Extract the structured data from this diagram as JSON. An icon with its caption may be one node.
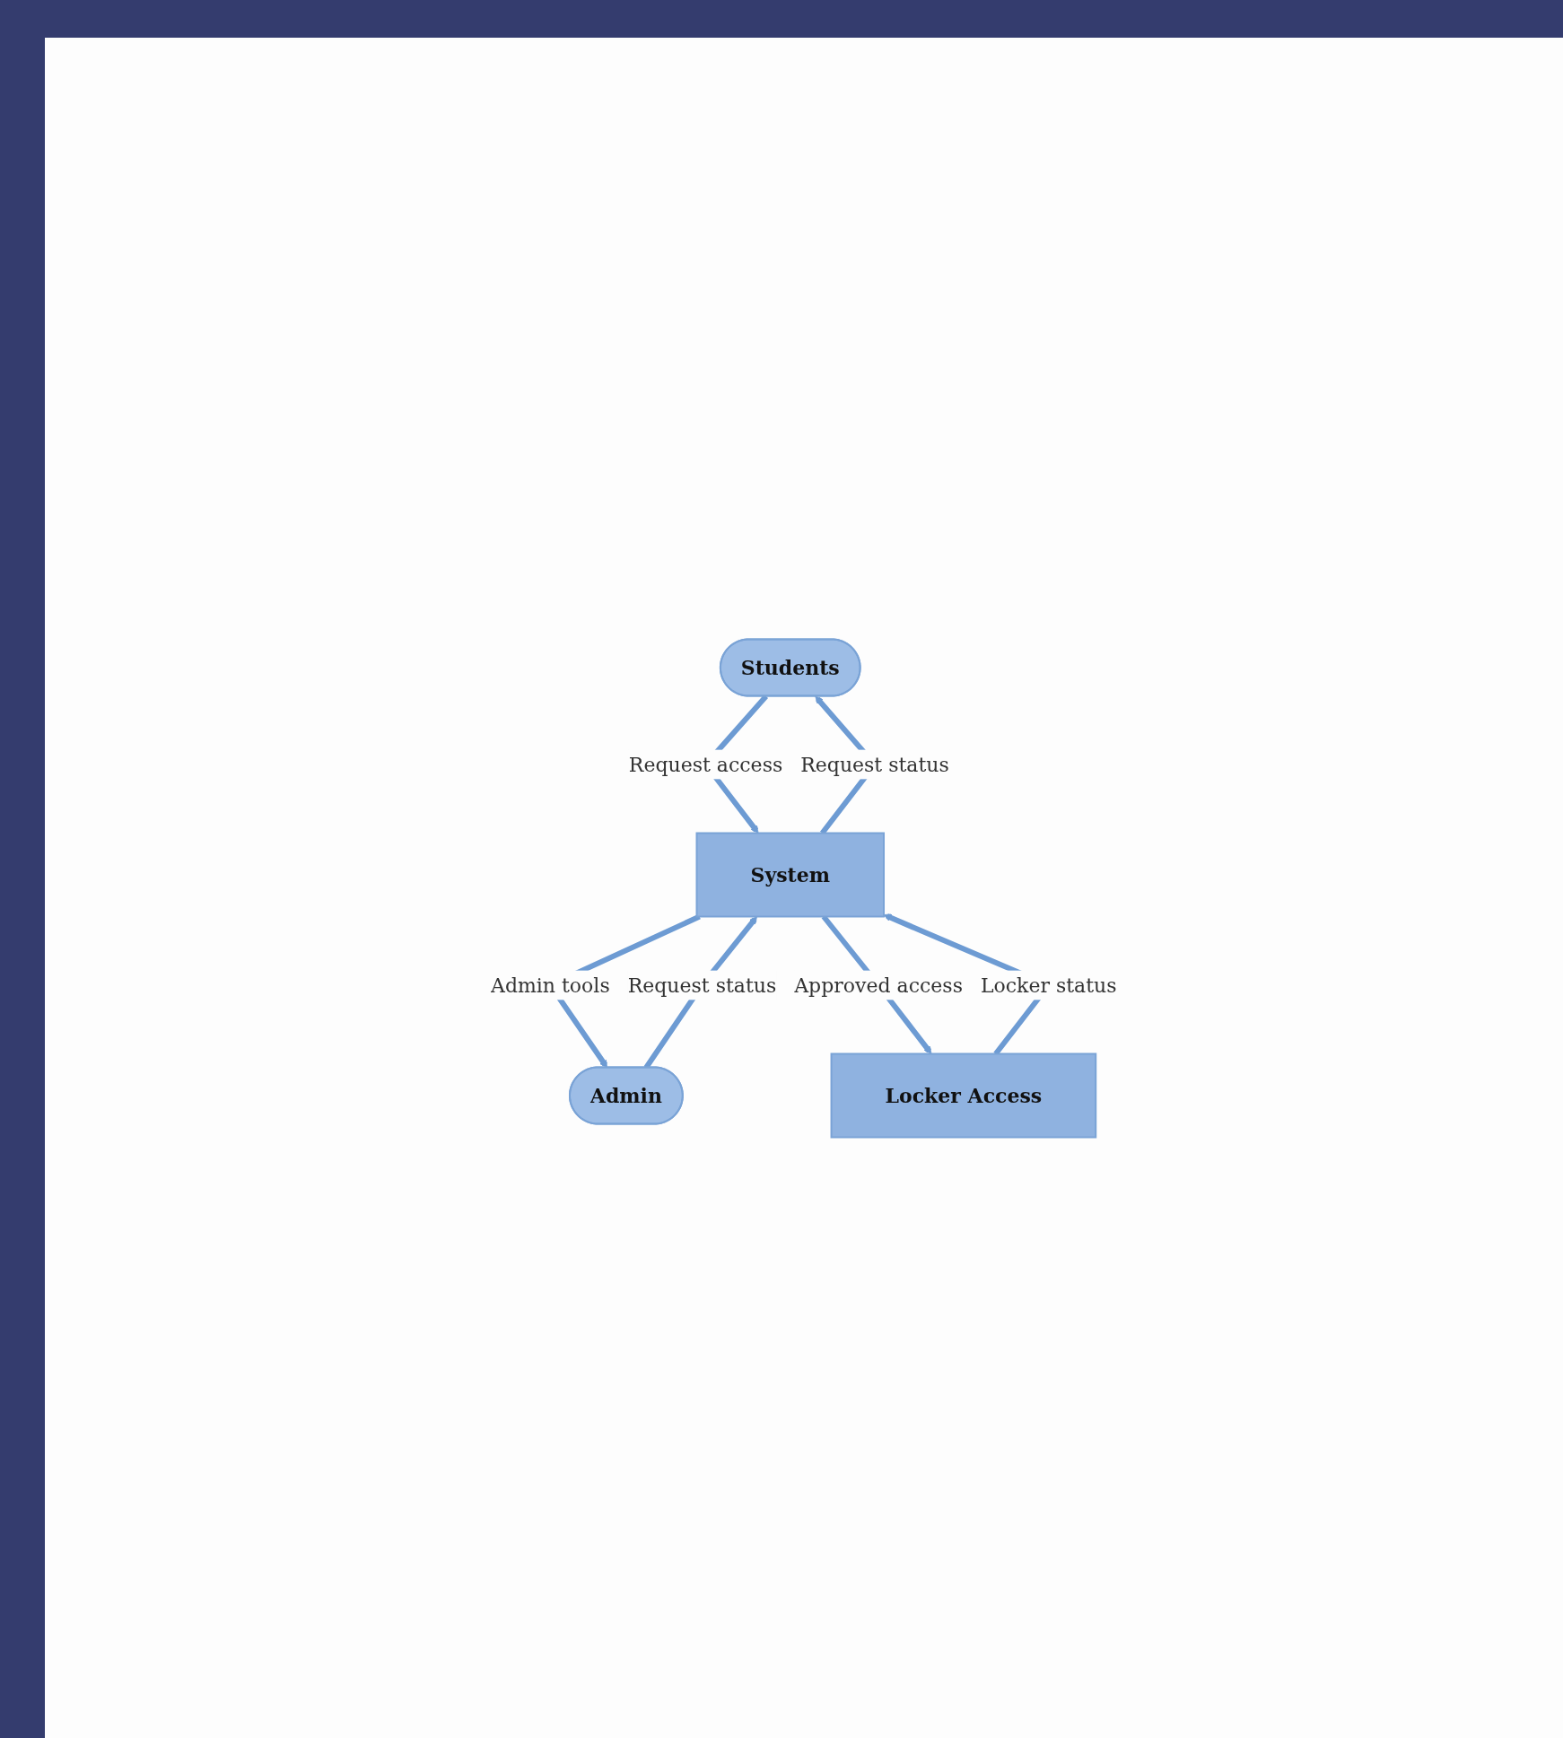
{
  "diagram": {
    "nodes": [
      {
        "text": [
          "Students"
        ]
      },
      {
        "text": [
          "Admin"
        ]
      },
      {
        "text": [
          "System"
        ]
      },
      {
        "text": [
          "Locker Access"
        ]
      }
    ],
    "edges": [
      {
        "from": 0,
        "to": 2,
        "arrow": "to",
        "label": "Request access"
      },
      {
        "from": 2,
        "to": 0,
        "arrow": "to",
        "label": "Request status"
      },
      {
        "from": 1,
        "to": 2,
        "arrow": "to",
        "label": "Request status"
      },
      {
        "from": 2,
        "to": 1,
        "arrow": "to",
        "label": "Admin tools"
      },
      {
        "from": 2,
        "to": 3,
        "arrow": "to",
        "label": "Approved access"
      },
      {
        "from": 3,
        "to": 2,
        "arrow": "to",
        "label": "Locker status"
      }
    ]
  }
}
